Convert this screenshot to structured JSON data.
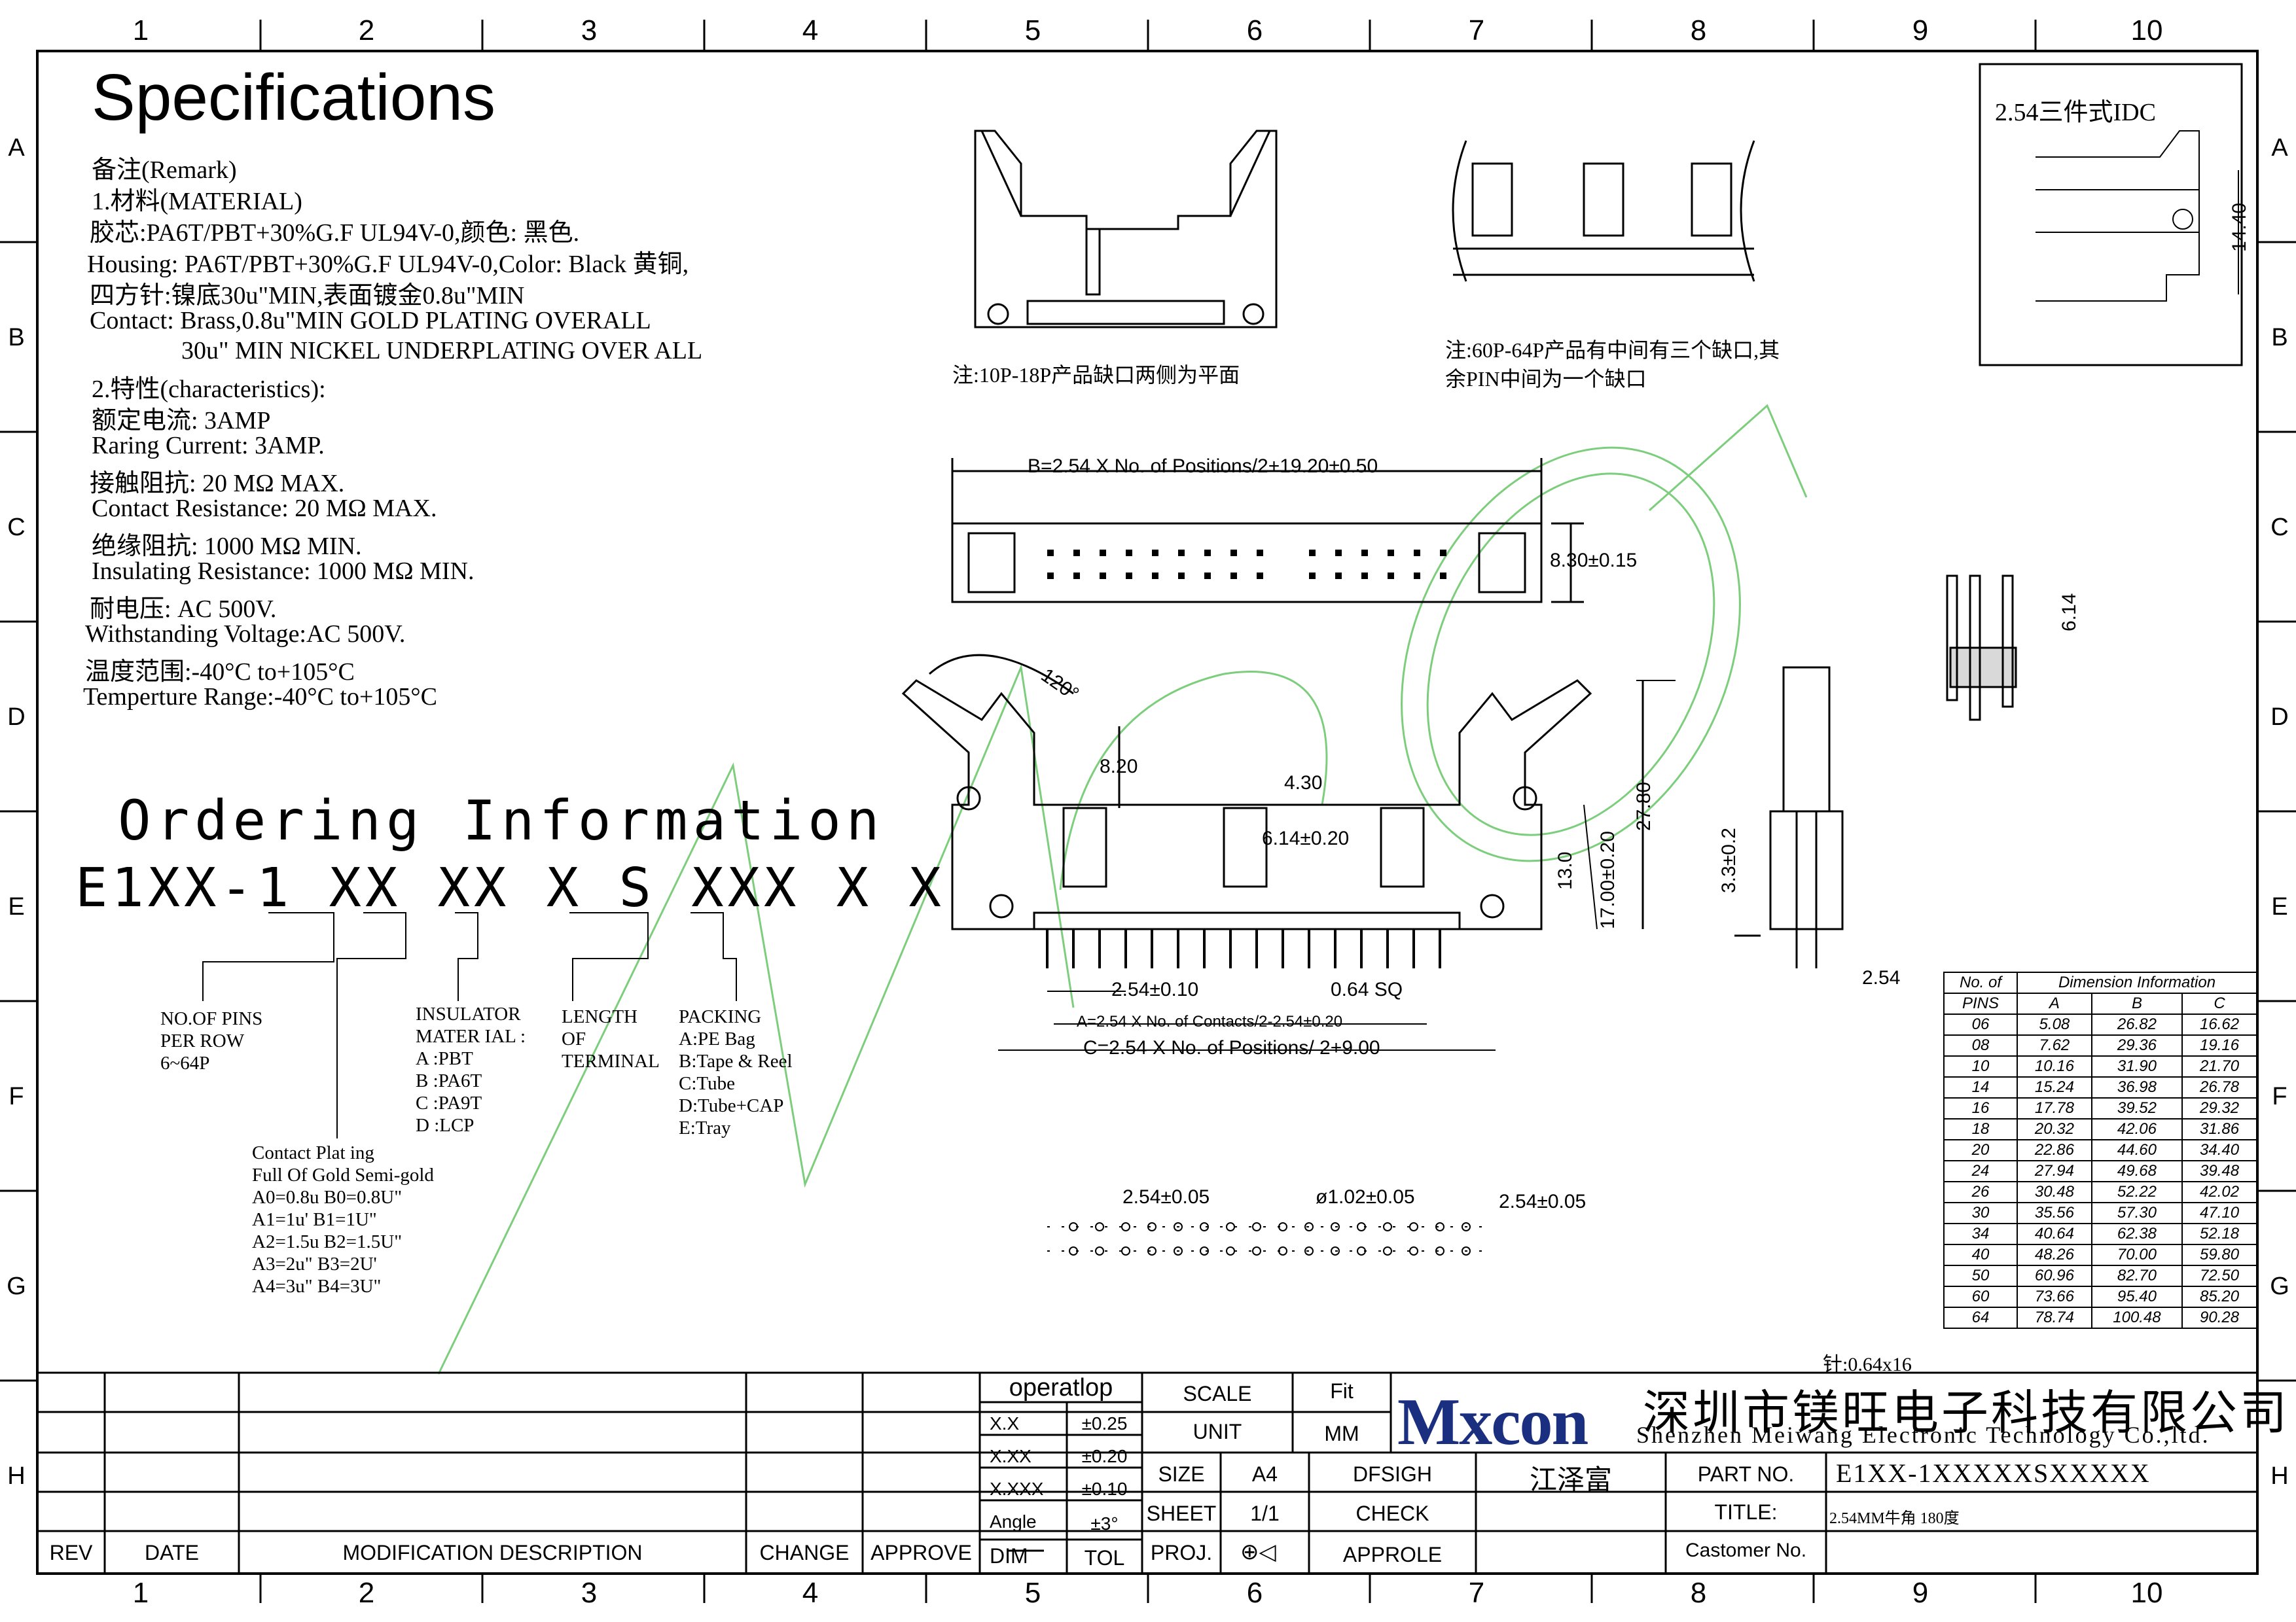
{
  "zones": {
    "cols": [
      "1",
      "2",
      "3",
      "4",
      "5",
      "6",
      "7",
      "8",
      "9",
      "10"
    ],
    "rows": [
      "A",
      "B",
      "C",
      "D",
      "E",
      "F",
      "G",
      "H"
    ]
  },
  "specs": {
    "title": "Specifications",
    "lines": [
      "备注(Remark)",
      "1.材料(MATERIAL)",
      "胶芯:PA6T/PBT+30%G.F UL94V-0,颜色: 黑色.",
      "Housing: PA6T/PBT+30%G.F UL94V-0,Color: Black 黄铜,",
      "四方针:镍底30u\"MIN,表面镀金0.8u\"MIN",
      "Contact: Brass,0.8u\"MIN GOLD PLATING OVERALL",
      "30u\" MIN NICKEL UNDERPLATING OVER ALL",
      "2.特性(characteristics):",
      "额定电流: 3AMP",
      "Raring Current: 3AMP.",
      "接触阻抗: 20 MΩ MAX.",
      "Contact Resistance: 20 MΩ MAX.",
      "绝缘阻抗: 1000 MΩ MIN.",
      "Insulating Resistance: 1000 MΩ MIN.",
      "耐电压: AC 500V.",
      "Withstanding Voltage:AC 500V.",
      "温度范围:-40°C to+105°C",
      "Temperture Range:-40°C to+105°C"
    ]
  },
  "ordering": {
    "title": "Ordering Information",
    "code": "E1XX-1 XX XX X S XXX X X",
    "no_of_pins": "NO.OF PINS\nPER ROW\n6~64P",
    "insulator": "INSULATOR\nMATER IAL :\nA :PBT\nB :PA6T\nC :PA9T\nD :LCP",
    "length": "LENGTH\nOF\nTERMINAL",
    "packing": "PACKING\nA:PE Bag\nB:Tape & Reel\nC:Tube\nD:Tube+CAP\nE:Tray",
    "plating": "Contact Plat ing\nFull Of Gold Semi-gold\nA0=0.8u B0=0.8U\"\nA1=1u' B1=1U\"\nA2=1.5u B2=1.5U\"\nA3=2u\" B3=2U'\nA4=3u\" B4=3U\""
  },
  "notes": {
    "note_10_18": "注:10P-18P产品缺口两侧为平面",
    "note_60_64_1": "注:60P-64P产品有中间有三个缺口,其",
    "note_60_64_2": "余PIN中间为一个缺口",
    "idc_label": "2.54三件式IDC",
    "pin_note": "针:0.64x16"
  },
  "dims": {
    "b_formula": "B=2.54 X No. of Positions/2+19.20±0.50",
    "height_830": "8.30±0.15",
    "angle": "120°",
    "d820": "8.20",
    "d430": "4.30",
    "d614a": "6.14±0.20",
    "d130": "13.0",
    "d1700": "17.00±0.20",
    "d2780": "27.80",
    "d254_010": "2.54±0.10",
    "d064": "0.64 SQ",
    "a_formula": "A=2.54 X No. of Contacts/2-2.54±0.20",
    "c_formula": "C=2.54 X No. of Positions/ 2+9.00",
    "d254_005a": "2.54±0.05",
    "d102": "ø1.02±0.05",
    "d254_005b": "2.54±0.05",
    "d1440": "14.40",
    "d614b": "6.14",
    "d33": "3.3±0.2",
    "d254": "2.54"
  },
  "dim_table": {
    "header_pins": "No. of",
    "header_pins2": "PINS",
    "header_info": "Dimension Information",
    "cols": [
      "A",
      "B",
      "C"
    ],
    "rows": [
      [
        "06",
        "5.08",
        "26.82",
        "16.62"
      ],
      [
        "08",
        "7.62",
        "29.36",
        "19.16"
      ],
      [
        "10",
        "10.16",
        "31.90",
        "21.70"
      ],
      [
        "14",
        "15.24",
        "36.98",
        "26.78"
      ],
      [
        "16",
        "17.78",
        "39.52",
        "29.32"
      ],
      [
        "18",
        "20.32",
        "42.06",
        "31.86"
      ],
      [
        "20",
        "22.86",
        "44.60",
        "34.40"
      ],
      [
        "24",
        "27.94",
        "49.68",
        "39.48"
      ],
      [
        "26",
        "30.48",
        "52.22",
        "42.02"
      ],
      [
        "30",
        "35.56",
        "57.30",
        "47.10"
      ],
      [
        "34",
        "40.64",
        "62.38",
        "52.18"
      ],
      [
        "40",
        "48.26",
        "70.00",
        "59.80"
      ],
      [
        "50",
        "60.96",
        "82.70",
        "72.50"
      ],
      [
        "60",
        "73.66",
        "95.40",
        "85.20"
      ],
      [
        "64",
        "78.74",
        "100.48",
        "90.28"
      ]
    ]
  },
  "title_block": {
    "rev": "REV",
    "date": "DATE",
    "mod_desc": "MODIFICATION DESCRIPTION",
    "change": "CHANGE",
    "approve": "APPROVE",
    "operatlop": "operatlop",
    "tol_rows": [
      [
        "X.X",
        "±0.25"
      ],
      [
        "X.XX",
        "±0.20"
      ],
      [
        "X.XXX",
        "±0.10"
      ],
      [
        "Angle",
        "±3°"
      ]
    ],
    "dim": "DIM",
    "tol": "TOL",
    "scale": "SCALE",
    "fit": "Fit",
    "unit": "UNIT",
    "mm": "MM",
    "size": "SIZE",
    "a4": "A4",
    "dfsigh": "DFSIGH",
    "designer": "江泽富",
    "sheet": "SHEET",
    "sheet_val": "1/1",
    "check": "CHECK",
    "proj": "PROJ.",
    "approle": "APPROLE",
    "part_no": "PART NO.",
    "part_no_val": "E1XX-1XXXXXSXXXXX",
    "title_lbl": "TITLE:",
    "title_val": "2.54MM牛角 180度",
    "customer_no": "Castomer No.",
    "logo": "Mxcon",
    "company_cn": "深圳市镁旺电子科技有限公司",
    "company_en": "Shenzhen Meiwang Electronic Technology Co.,ltd.",
    "watermark": "Mxcon"
  },
  "colors": {
    "watermark": "#7ccd7c",
    "logo": "#1b2f80",
    "line": "#000000"
  }
}
